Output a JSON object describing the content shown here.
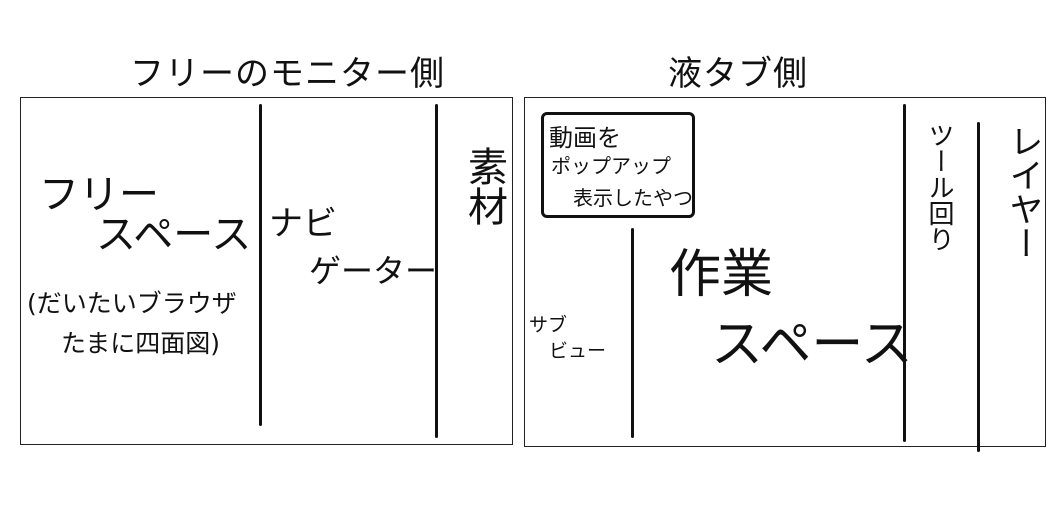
{
  "left": {
    "title": "フリーのモニター側",
    "free_space": {
      "line1": "フリー",
      "line2": "スペース"
    },
    "note": {
      "line1": "(だいたいブラウザ",
      "line2": "たまに四面図)"
    },
    "navigator": {
      "line1": "ナビ",
      "line2": "ゲーター"
    },
    "material": "素材"
  },
  "right": {
    "title": "液タブ側",
    "popup": {
      "line1": "動画を",
      "line2": "ポップアップ",
      "line3": "表示したやつ"
    },
    "subview": {
      "line1": "サブ",
      "line2": "ビュー"
    },
    "workspace": {
      "line1": "作業",
      "line2": "スペース"
    },
    "tools": "ツール回り",
    "layer": "レイヤー"
  }
}
